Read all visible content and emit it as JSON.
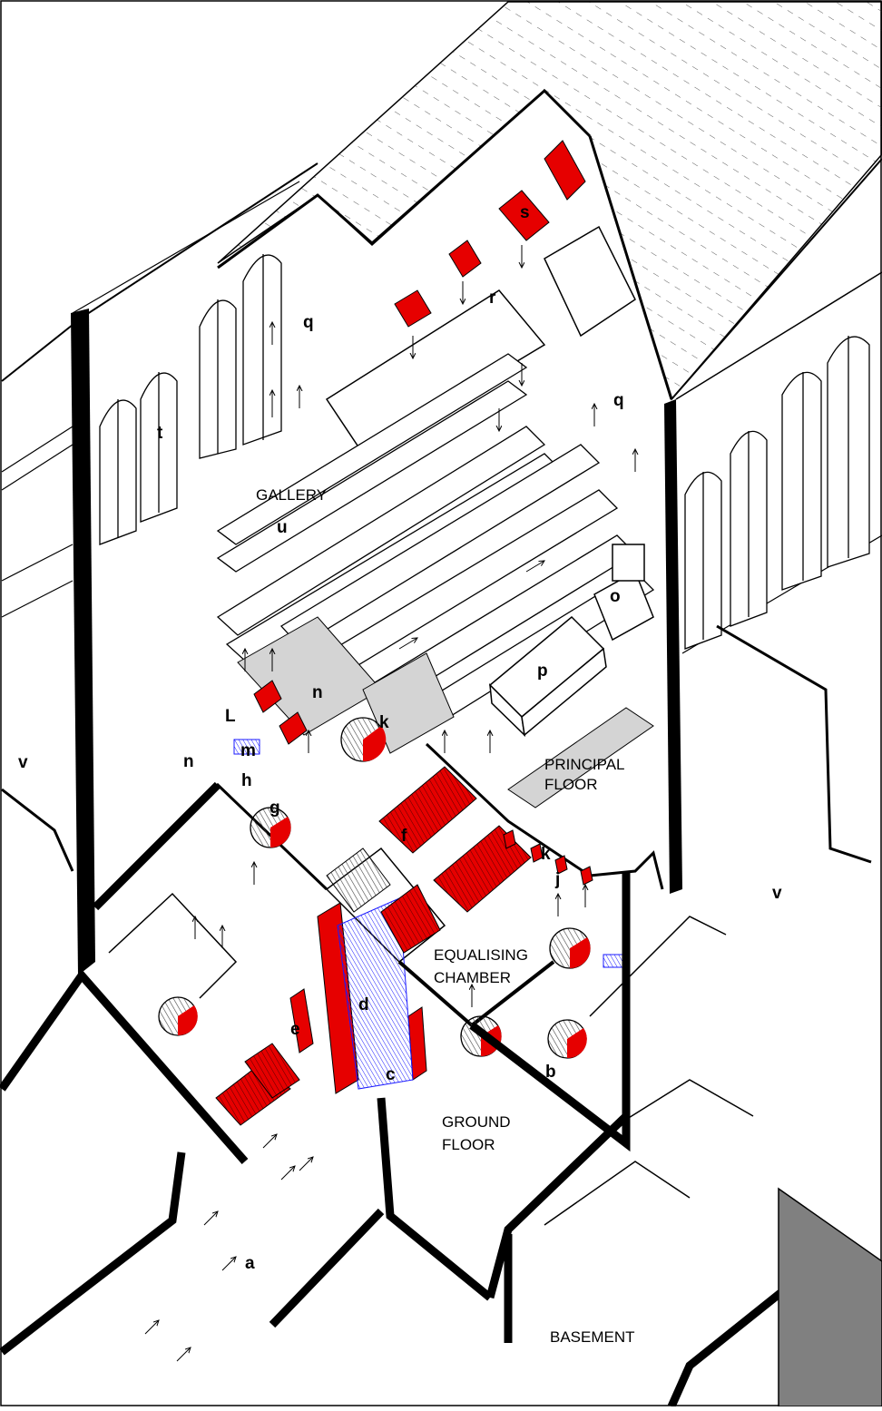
{
  "diagram": {
    "area_labels": {
      "gallery": "GALLERY",
      "principal_floor_1": "PRINCIPAL",
      "principal_floor_2": "FLOOR",
      "equalising_chamber_1": "EQUALISING",
      "equalising_chamber_2": "CHAMBER",
      "ground_floor_1": "GROUND",
      "ground_floor_2": "FLOOR",
      "basement": "BASEMENT"
    },
    "letters": {
      "a": "a",
      "b": "b",
      "c": "c",
      "d": "d",
      "e": "e",
      "f": "f",
      "g": "g",
      "h": "h",
      "j": "j",
      "k1": "k",
      "k2": "k",
      "L": "L",
      "m": "m",
      "n1": "n",
      "n2": "n",
      "o": "o",
      "p": "p",
      "q1": "q",
      "q2": "q",
      "r": "r",
      "s": "s",
      "t": "t",
      "u": "u",
      "v1": "v",
      "v2": "v"
    },
    "colors": {
      "heater_red": "#e60000",
      "cooling_blue": "#1a1aff",
      "wall_black": "#000000",
      "roof_grey": "#808080",
      "pew_shade": "#d4d4d4",
      "fan_hatch": "#9a9a9a"
    }
  }
}
